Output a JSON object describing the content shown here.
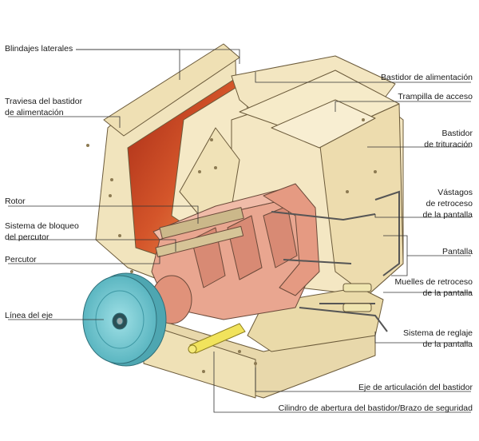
{
  "labels": {
    "blindajes_laterales": "Blindajes laterales",
    "traviesa_line1": "Traviesa del bastidor",
    "traviesa_line2": "de alimentación",
    "rotor": "Rotor",
    "sistema_bloqueo_line1": "Sistema de bloqueo",
    "sistema_bloqueo_line2": "del percutor",
    "percutor": "Percutor",
    "linea_eje": "Línea del eje",
    "bastidor_alimentacion": "Bastidor de alimentación",
    "trampilla_acceso": "Trampilla de acceso",
    "bastidor_trituracion_line1": "Bastidor",
    "bastidor_trituracion_line2": "de trituración",
    "vastagos_line1": "Vástagos",
    "vastagos_line2": "de retroceso",
    "vastagos_line3": "de la pantalla",
    "pantalla": "Pantalla",
    "muelles_line1": "Muelles de retroceso",
    "muelles_line2": "de la pantalla",
    "reglaje_line1": "Sistema de reglaje",
    "reglaje_line2": "de la pantalla",
    "eje_articulacion": "Eje de articulación del bastidor",
    "cilindro_apertura": "Cilindro de abertura del bastidor/Brazo de seguridad"
  },
  "colors": {
    "frame": "#f1e4bd",
    "frame_shade": "#e2d19f",
    "outline": "#6b5a3a",
    "liner_red": "#c1401f",
    "liner_orange": "#e9883e",
    "rotor_pink": "#e9a690",
    "rotor_shade": "#d88a74",
    "pulley": "#6cc3cc",
    "pulley_dark": "#3e98a4",
    "arm_yellow": "#f1e35c",
    "leader": "#333333"
  }
}
